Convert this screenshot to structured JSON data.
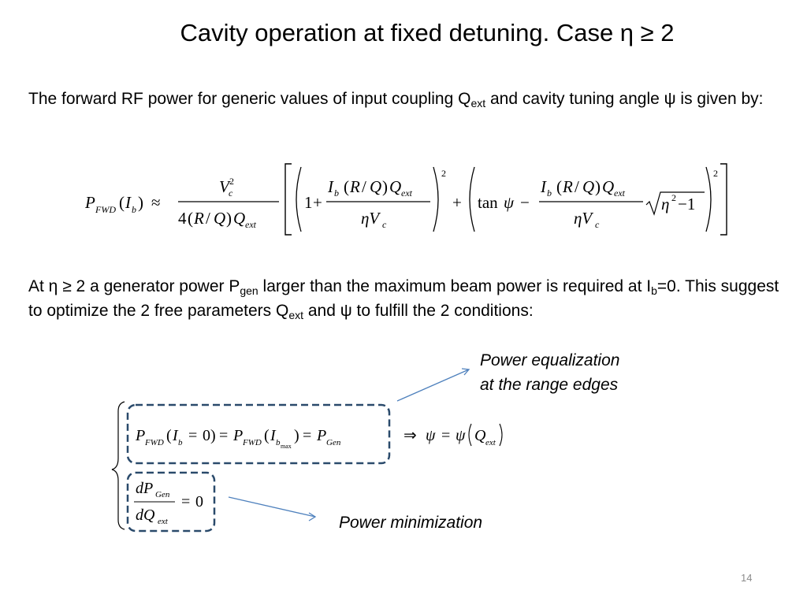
{
  "slide": {
    "title": "Cavity operation at fixed detuning. Case η ≥ 2",
    "intro": {
      "text_a": "The forward RF power for generic values of input coupling Q",
      "sub_a": "ext",
      "text_b": " and cavity tuning angle ψ is given by:"
    },
    "body": {
      "t1": "At η ≥ 2 a generator power P",
      "s1": "gen",
      "t2": " larger than the maximum beam power is required at I",
      "s2": "b",
      "t3": "=0. This suggest to optimize the 2 free parameters Q",
      "s3": "ext",
      "t4": " and ψ to fulfill the 2 conditions:"
    },
    "label_equalization_1": "Power equalization",
    "label_equalization_2": "at the range edges",
    "label_minimization": "Power minimization",
    "page_number": "14"
  },
  "colors": {
    "box_border": "#2a4a6b",
    "arrow": "#4f81bd",
    "page_number": "#8c8c8c"
  }
}
